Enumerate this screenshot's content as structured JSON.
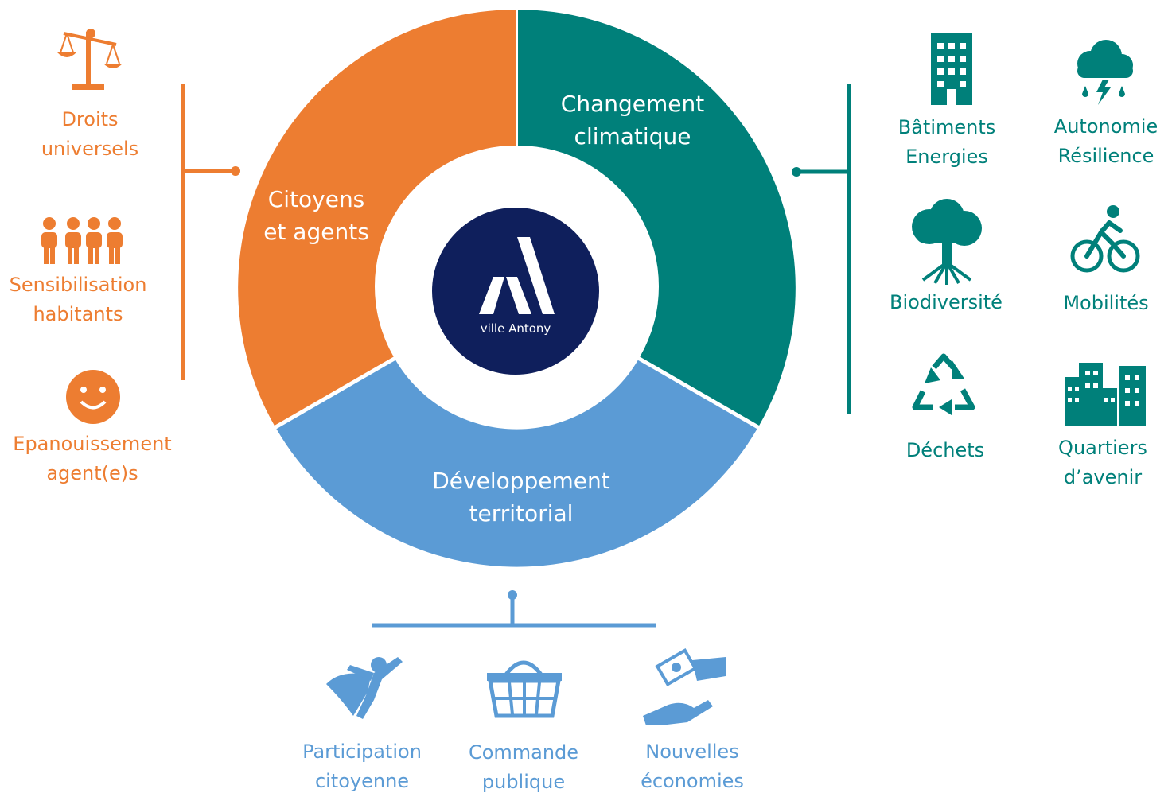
{
  "center": {
    "logo_text": "ville Antony"
  },
  "segments": {
    "citizens": {
      "line1": "Citoyens",
      "line2": "et agents"
    },
    "climate": {
      "line1": "Changement",
      "line2": "climatique"
    },
    "territory": {
      "line1": "Développement",
      "line2": "territorial"
    }
  },
  "left_items": [
    {
      "line1": "Droits",
      "line2": "universels",
      "icon": "scales-icon"
    },
    {
      "line1": "Sensibilisation",
      "line2": "habitants",
      "icon": "people-icon"
    },
    {
      "line1": "Epanouissement",
      "line2": "agent(e)s",
      "icon": "smiley-icon"
    }
  ],
  "right_items": [
    {
      "line1": "Bâtiments",
      "line2": "Energies",
      "icon": "building-icon"
    },
    {
      "line1": "Autonomie",
      "line2": "Résilience",
      "icon": "storm-cloud-icon"
    },
    {
      "line1": "Biodiversité",
      "line2": "",
      "icon": "tree-icon"
    },
    {
      "line1": "Mobilités",
      "line2": "",
      "icon": "cyclist-icon"
    },
    {
      "line1": "Déchets",
      "line2": "",
      "icon": "recycle-icon"
    },
    {
      "line1": "Quartiers",
      "line2": "d’avenir",
      "icon": "city-buildings-icon"
    }
  ],
  "bottom_items": [
    {
      "line1": "Participation",
      "line2": "citoyenne",
      "icon": "superhero-icon"
    },
    {
      "line1": "Commande",
      "line2": "publique",
      "icon": "basket-icon"
    },
    {
      "line1": "Nouvelles",
      "line2": "économies",
      "icon": "money-hand-icon"
    }
  ],
  "colors": {
    "orange": "#ED7D31",
    "teal": "#00807A",
    "blue": "#5B9BD5",
    "navy": "#0F1F5C"
  }
}
